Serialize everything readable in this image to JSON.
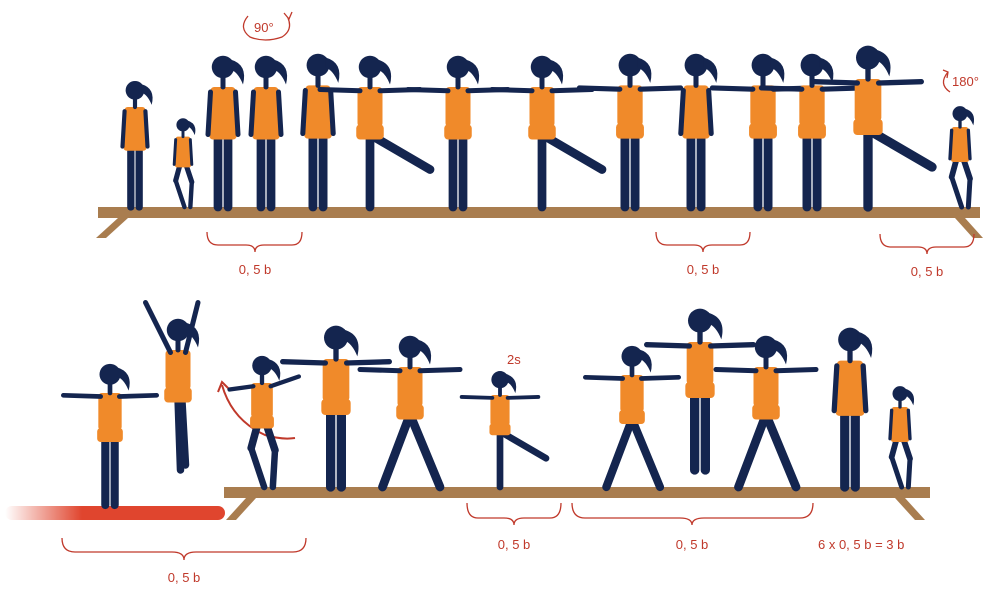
{
  "rotation_top_1": "90°",
  "rotation_top_2": "180°",
  "hold_label": "2s",
  "score_labels": [
    "0, 5 b",
    "0, 5 b",
    "0, 5 b",
    "0, 5 b",
    "0, 5 b",
    "0, 5 b"
  ],
  "total_label": "6 x 0, 5 b = 3 b",
  "colors": {
    "beam": "#a97d4f",
    "silhouette": "#14254f",
    "outfit": "#f08a2a",
    "accent": "#c0392b",
    "mat": "#e0452e"
  }
}
